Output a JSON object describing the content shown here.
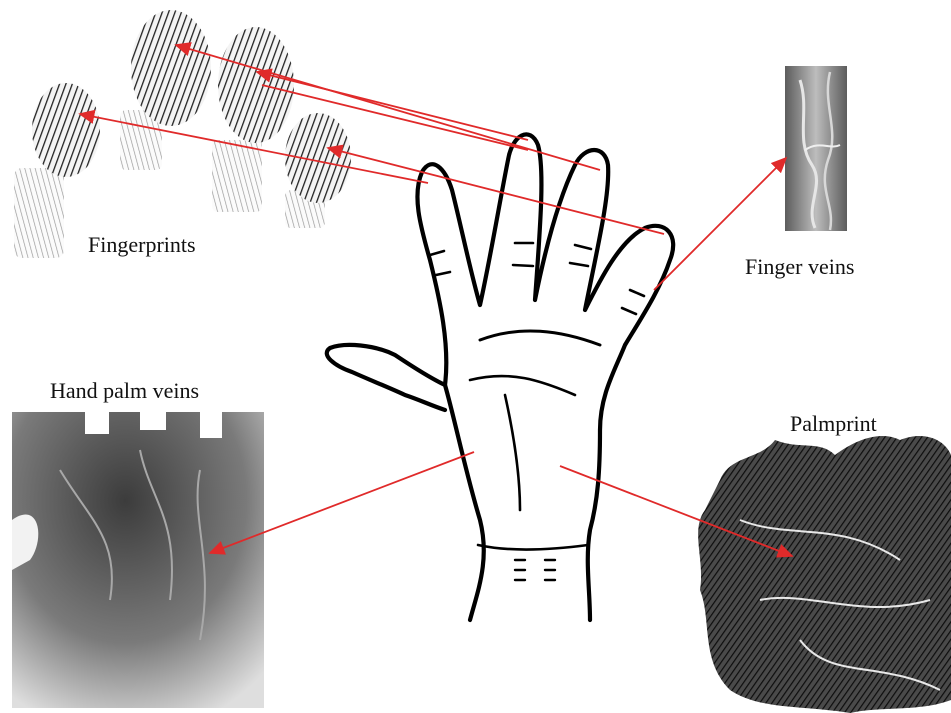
{
  "labels": {
    "fingerprints": "Fingerprints",
    "finger_veins": "Finger veins",
    "hand_palm_veins": "Hand palm veins",
    "palmprint": "Palmprint"
  },
  "colors": {
    "arrow": "#e02a2a",
    "outline": "#000000",
    "background": "#ffffff"
  },
  "icons": {
    "hand": "hand-outline-icon",
    "fingerprint": "fingerprint-image",
    "finger_vein": "finger-vein-image",
    "palm_vein": "palm-vein-image",
    "palmprint": "palmprint-image"
  }
}
